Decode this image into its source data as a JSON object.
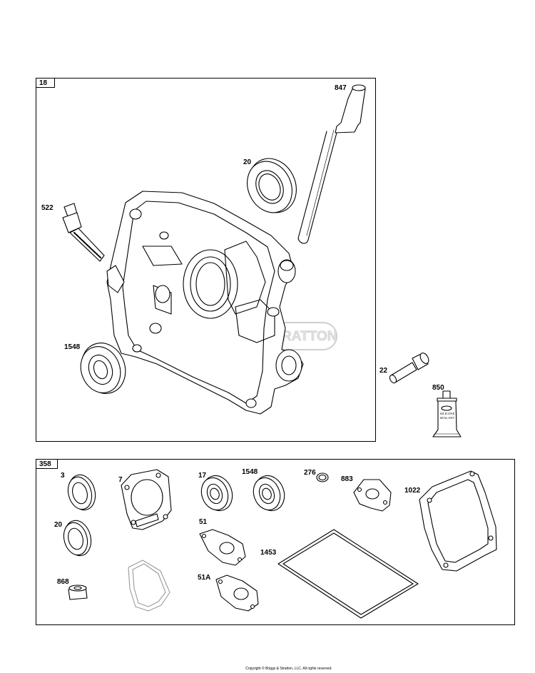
{
  "groups": [
    {
      "id": "18"
    },
    {
      "id": "358"
    }
  ],
  "parts": {
    "p847": "847",
    "p20a": "20",
    "p522": "522",
    "p1548a": "1548",
    "p22": "22",
    "p850": "850",
    "p3": "3",
    "p7": "7",
    "p17": "17",
    "p1548b": "1548",
    "p276": "276",
    "p883": "883",
    "p1022": "1022",
    "p20b": "20",
    "p51": "51",
    "p1453": "1453",
    "p51a": "51A",
    "p868": "868"
  },
  "watermark": "BRIGGS & STRATTON",
  "tube_label": [
    "SILICONE",
    "SEALANT"
  ],
  "copyright": "Copyright © Briggs & Stratton, LLC. All rights reserved."
}
